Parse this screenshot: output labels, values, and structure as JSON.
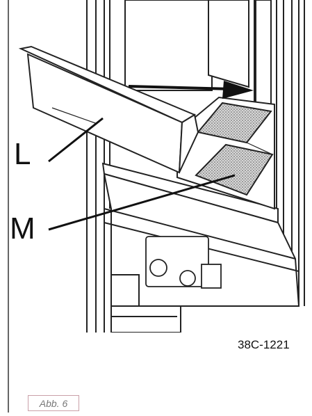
{
  "figure": {
    "callouts": {
      "l": "L",
      "m": "M"
    },
    "figure_code": "38C-1221",
    "caption": "Abb. 6"
  }
}
